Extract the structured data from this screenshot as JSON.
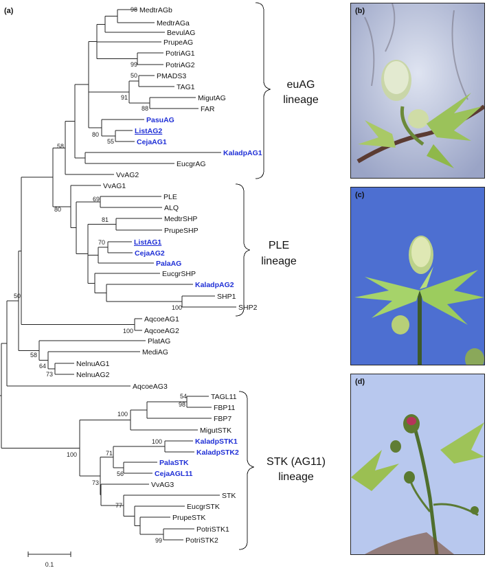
{
  "figure": {
    "panel_a_label": "(a)",
    "scale_label": "0.1",
    "lineages": [
      {
        "id": "euag",
        "lines": [
          "euAG",
          "lineage"
        ]
      },
      {
        "id": "ple",
        "lines": [
          "PLE",
          "lineage"
        ]
      },
      {
        "id": "stk",
        "lines": [
          "STK (AG11)",
          "lineage"
        ]
      }
    ],
    "photos": [
      {
        "id": "b",
        "label": "(b)",
        "sky": "#c7d0e8"
      },
      {
        "id": "c",
        "label": "(c)",
        "sky": "#4d6fd1"
      },
      {
        "id": "d",
        "label": "(d)",
        "sky": "#b8c8ee"
      }
    ],
    "colors": {
      "highlight": "#1f2fd6",
      "line": "#222222"
    }
  },
  "taxa": [
    {
      "id": "MedtrAGb",
      "label": "MedtrAGb",
      "hl": false
    },
    {
      "id": "MedtrAGa",
      "label": "MedtrAGa",
      "hl": false
    },
    {
      "id": "BevulAG",
      "label": "BevulAG",
      "hl": false
    },
    {
      "id": "PrupeAG",
      "label": "PrupeAG",
      "hl": false
    },
    {
      "id": "PotriAG1",
      "label": "PotriAG1",
      "hl": false
    },
    {
      "id": "PotriAG2",
      "label": "PotriAG2",
      "hl": false
    },
    {
      "id": "PMADS3",
      "label": "PMADS3",
      "hl": false
    },
    {
      "id": "TAG1",
      "label": "TAG1",
      "hl": false
    },
    {
      "id": "MigutAG",
      "label": "MigutAG",
      "hl": false
    },
    {
      "id": "FAR",
      "label": "FAR",
      "hl": false
    },
    {
      "id": "PasuAG",
      "label": "PasuAG",
      "hl": true
    },
    {
      "id": "ListAG2",
      "label": "ListAG2",
      "hl": true,
      "ul": true
    },
    {
      "id": "CejaAG1",
      "label": "CejaAG1",
      "hl": true
    },
    {
      "id": "KaladpAG1",
      "label": "KaladpAG1",
      "hl": true
    },
    {
      "id": "EucgrAG",
      "label": "EucgrAG",
      "hl": false
    },
    {
      "id": "VvAG2",
      "label": "VvAG2",
      "hl": false
    },
    {
      "id": "VvAG1",
      "label": "VvAG1",
      "hl": false
    },
    {
      "id": "PLE",
      "label": "PLE",
      "hl": false
    },
    {
      "id": "ALQ",
      "label": "ALQ",
      "hl": false
    },
    {
      "id": "MedtrSHP",
      "label": "MedtrSHP",
      "hl": false
    },
    {
      "id": "PrupeSHP",
      "label": "PrupeSHP",
      "hl": false
    },
    {
      "id": "ListAG1",
      "label": "ListAG1",
      "hl": true,
      "ul": true
    },
    {
      "id": "CejaAG2",
      "label": "CejaAG2",
      "hl": true
    },
    {
      "id": "PalaAG",
      "label": "PalaAG",
      "hl": true
    },
    {
      "id": "EucgrSHP",
      "label": "EucgrSHP",
      "hl": false
    },
    {
      "id": "KaladpAG2",
      "label": "KaladpAG2",
      "hl": true
    },
    {
      "id": "SHP1",
      "label": "SHP1",
      "hl": false
    },
    {
      "id": "SHP2",
      "label": "SHP2",
      "hl": false
    },
    {
      "id": "AqcoeAG1",
      "label": "AqcoeAG1",
      "hl": false
    },
    {
      "id": "AqcoeAG2",
      "label": "AqcoeAG2",
      "hl": false
    },
    {
      "id": "PlatAG",
      "label": "PlatAG",
      "hl": false
    },
    {
      "id": "MediAG",
      "label": "MediAG",
      "hl": false
    },
    {
      "id": "NelnuAG1",
      "label": "NelnuAG1",
      "hl": false
    },
    {
      "id": "NelnuAG2",
      "label": "NelnuAG2",
      "hl": false
    },
    {
      "id": "AqcoeAG3",
      "label": "AqcoeAG3",
      "hl": false
    },
    {
      "id": "TAGL11",
      "label": "TAGL11",
      "hl": false
    },
    {
      "id": "FBP11",
      "label": "FBP11",
      "hl": false
    },
    {
      "id": "FBP7",
      "label": "FBP7",
      "hl": false
    },
    {
      "id": "MigutSTK",
      "label": "MigutSTK",
      "hl": false
    },
    {
      "id": "KaladpSTK1",
      "label": "KaladpSTK1",
      "hl": true
    },
    {
      "id": "KaladpSTK2",
      "label": "KaladpSTK2",
      "hl": true
    },
    {
      "id": "PalaSTK",
      "label": "PalaSTK",
      "hl": true
    },
    {
      "id": "CejaAGL11",
      "label": "CejaAGL11",
      "hl": true
    },
    {
      "id": "VvAG3",
      "label": "VvAG3",
      "hl": false
    },
    {
      "id": "STK",
      "label": "STK",
      "hl": false
    },
    {
      "id": "EucgrSTK",
      "label": "EucgrSTK",
      "hl": false
    },
    {
      "id": "PrupeSTK",
      "label": "PrupeSTK",
      "hl": false
    },
    {
      "id": "PotriSTK1",
      "label": "PotriSTK1",
      "hl": false
    },
    {
      "id": "PotriSTK2",
      "label": "PotriSTK2",
      "hl": false
    }
  ],
  "supports": [
    {
      "id": "s98a",
      "text": "98"
    },
    {
      "id": "s99a",
      "text": "99"
    },
    {
      "id": "s50a",
      "text": "50"
    },
    {
      "id": "s91",
      "text": "91"
    },
    {
      "id": "s88",
      "text": "88"
    },
    {
      "id": "s80a",
      "text": "80"
    },
    {
      "id": "s55",
      "text": "55"
    },
    {
      "id": "s58a",
      "text": "58"
    },
    {
      "id": "s69",
      "text": "69"
    },
    {
      "id": "s80b",
      "text": "80"
    },
    {
      "id": "s81",
      "text": "81"
    },
    {
      "id": "s70",
      "text": "70"
    },
    {
      "id": "s100a",
      "text": "100"
    },
    {
      "id": "s50b",
      "text": "50"
    },
    {
      "id": "s100b",
      "text": "100"
    },
    {
      "id": "s58b",
      "text": "58"
    },
    {
      "id": "s64",
      "text": "64"
    },
    {
      "id": "s73a",
      "text": "73"
    },
    {
      "id": "s54",
      "text": "54"
    },
    {
      "id": "s98b",
      "text": "98"
    },
    {
      "id": "s100c",
      "text": "100"
    },
    {
      "id": "s100d",
      "text": "100"
    },
    {
      "id": "s71",
      "text": "71"
    },
    {
      "id": "s56",
      "text": "56"
    },
    {
      "id": "s100e",
      "text": "100"
    },
    {
      "id": "s73b",
      "text": "73"
    },
    {
      "id": "s77",
      "text": "77"
    },
    {
      "id": "s99b",
      "text": "99"
    }
  ]
}
